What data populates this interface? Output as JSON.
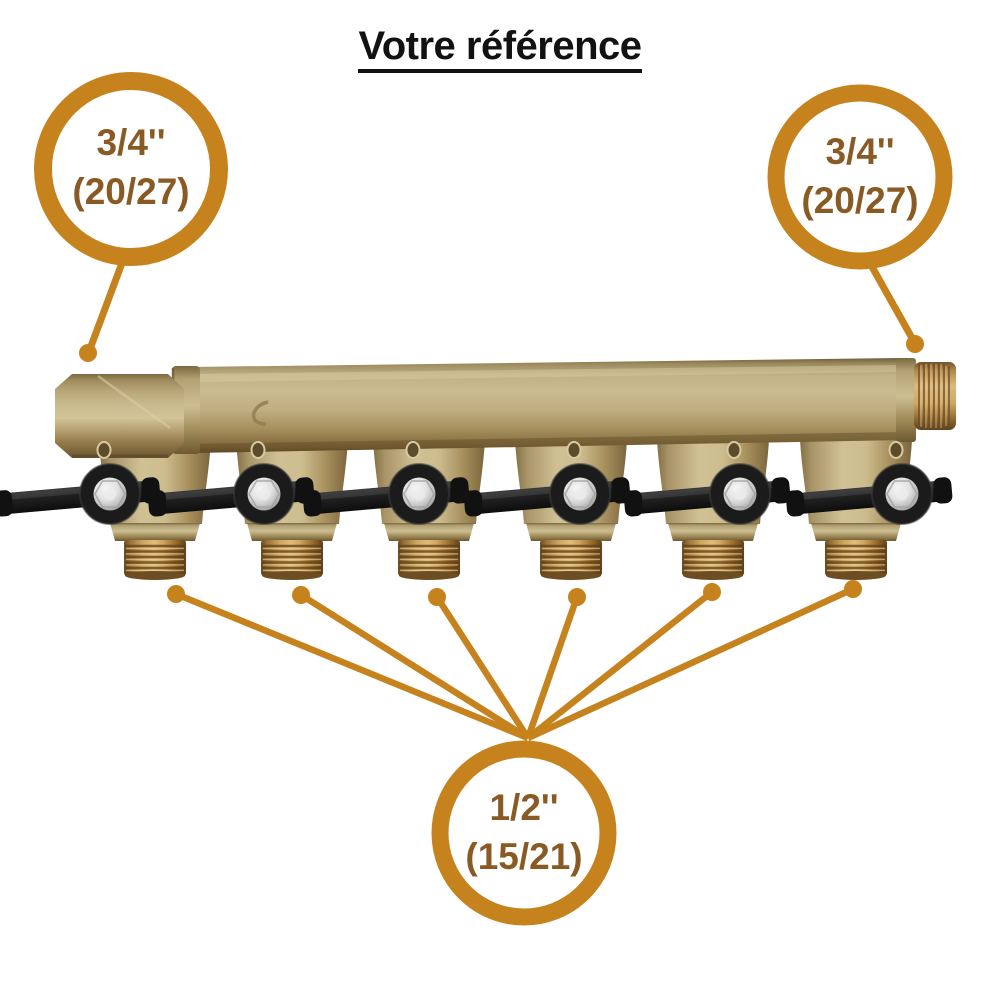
{
  "title": {
    "text": "Votre référence"
  },
  "callouts": {
    "left": {
      "line1": "3/4''",
      "line2": "(20/27)"
    },
    "right": {
      "line1": "3/4''",
      "line2": "(20/27)"
    },
    "bottom": {
      "line1": "1/2''",
      "line2": "(15/21)"
    }
  },
  "figure": {
    "outlet_count": 6
  },
  "colors": {
    "accent": "#C6831D",
    "label_text": "#8A5A24",
    "title_text": "#121212",
    "background": "#FFFFFF"
  }
}
